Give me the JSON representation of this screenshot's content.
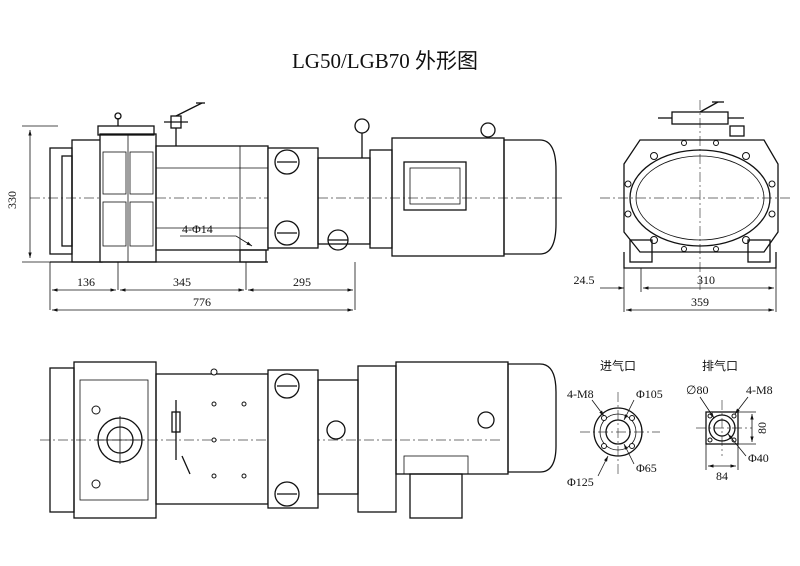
{
  "title": "LG50/LGB70 外形图",
  "front_view": {
    "height_label": "330",
    "holes_label": "4-Φ14",
    "dim_136": "136",
    "dim_345": "345",
    "dim_295": "295",
    "dim_776": "776"
  },
  "side_view": {
    "dim_24_5": "24.5",
    "dim_310": "310",
    "dim_359": "359"
  },
  "inlet": {
    "title": "进气口",
    "bolts": "4-M8",
    "d105": "Φ105",
    "d65": "Φ65",
    "d125": "Φ125"
  },
  "outlet": {
    "title": "排气口",
    "d80": "∅80",
    "bolts": "4-M8",
    "side80": "80",
    "side84": "84",
    "d40": "Φ40"
  }
}
